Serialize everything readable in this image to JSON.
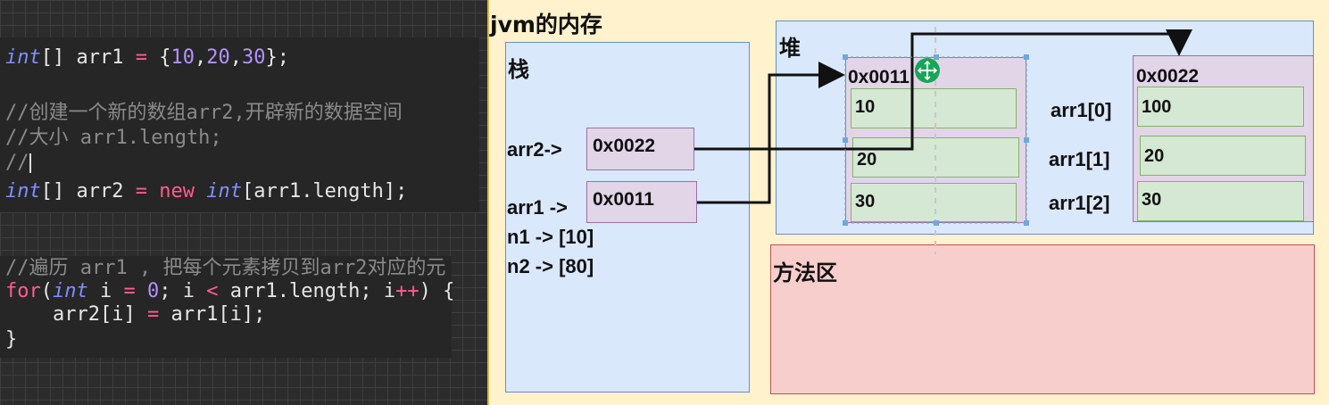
{
  "code": {
    "block1": [
      {
        "segs": [
          {
            "t": "int",
            "c": "kw"
          },
          {
            "t": "[] arr1 ",
            "c": ""
          },
          {
            "t": "=",
            "c": "op"
          },
          {
            "t": " {",
            "c": ""
          },
          {
            "t": "10",
            "c": "num"
          },
          {
            "t": ",",
            "c": ""
          },
          {
            "t": "20",
            "c": "num"
          },
          {
            "t": ",",
            "c": ""
          },
          {
            "t": "30",
            "c": "num"
          },
          {
            "t": "};",
            "c": ""
          }
        ]
      },
      {
        "segs": []
      },
      {
        "segs": [
          {
            "t": "//创建一个新的数组arr2,开辟新的数据空间",
            "c": "cm"
          }
        ]
      },
      {
        "segs": [
          {
            "t": "//大小 arr1.length;",
            "c": "cm"
          }
        ]
      },
      {
        "segs": [
          {
            "t": "//",
            "c": "cm"
          }
        ],
        "cursor": true
      },
      {
        "segs": [
          {
            "t": "int",
            "c": "kw"
          },
          {
            "t": "[] arr2 ",
            "c": ""
          },
          {
            "t": "=",
            "c": "op"
          },
          {
            "t": " ",
            "c": ""
          },
          {
            "t": "new",
            "c": "new"
          },
          {
            "t": " ",
            "c": ""
          },
          {
            "t": "int",
            "c": "kw"
          },
          {
            "t": "[arr1.length];",
            "c": ""
          }
        ]
      }
    ],
    "block2": [
      {
        "segs": [
          {
            "t": "//遍历 arr1 , 把每个元素拷贝到arr2对应的元",
            "c": "cm"
          }
        ]
      },
      {
        "segs": [
          {
            "t": "for",
            "c": "new"
          },
          {
            "t": "(",
            "c": ""
          },
          {
            "t": "int",
            "c": "kw"
          },
          {
            "t": " i ",
            "c": ""
          },
          {
            "t": "=",
            "c": "op"
          },
          {
            "t": " ",
            "c": ""
          },
          {
            "t": "0",
            "c": "num"
          },
          {
            "t": "; i ",
            "c": ""
          },
          {
            "t": "<",
            "c": "op"
          },
          {
            "t": " arr1.length; i",
            "c": ""
          },
          {
            "t": "++",
            "c": "op"
          },
          {
            "t": ") {",
            "c": ""
          }
        ]
      },
      {
        "segs": [
          {
            "t": "    arr2[i] ",
            "c": ""
          },
          {
            "t": "=",
            "c": "op"
          },
          {
            "t": " arr1[i];",
            "c": ""
          }
        ]
      },
      {
        "segs": [
          {
            "t": "}",
            "c": ""
          }
        ]
      }
    ]
  },
  "jvm": {
    "title": "jvm的内存",
    "stack": {
      "title": "栈",
      "arr2_label": "arr2->",
      "arr2_addr": "0x0022",
      "arr1_label": "arr1 ->",
      "arr1_addr": "0x0011",
      "n1": "n1 -> [10]",
      "n2": "n2 -> [80]"
    },
    "heap": {
      "title": "堆",
      "array1": {
        "addr": "0x0011",
        "values": [
          "10",
          "20",
          "30"
        ]
      },
      "array2": {
        "addr": "0x0022",
        "values": [
          "100",
          "20",
          "30"
        ]
      },
      "index_labels": [
        "arr1[0]",
        "arr1[1]",
        "arr1[2]"
      ]
    },
    "method_area": {
      "title": "方法区"
    }
  },
  "colors": {
    "jvm_bg": "#fff2cc",
    "stack_bg": "#dae8fc",
    "method_bg": "#f8cecc",
    "addr_bg": "#e1d5e7",
    "cell_bg": "#d5e8d4",
    "move_handle": "#18a558"
  },
  "icons": [
    "move-handle-icon",
    "arrow-icon"
  ]
}
